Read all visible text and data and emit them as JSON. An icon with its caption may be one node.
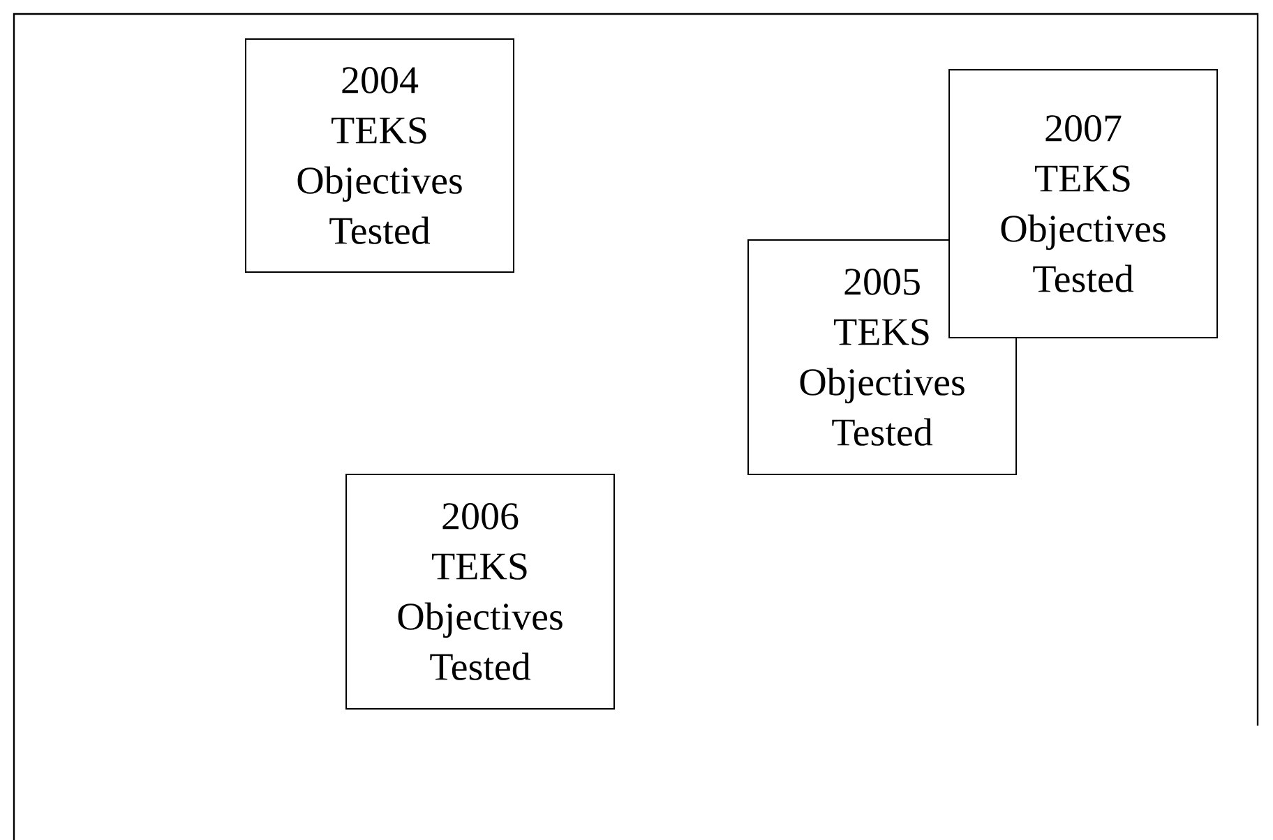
{
  "diagram": {
    "nodes": [
      {
        "text": [
          "2004 TEKS Objectives Tested"
        ]
      },
      {
        "text": [
          "2007 TEKS Objectives Tested"
        ]
      },
      {
        "text": [
          "2005 TEKS Objectives Tested"
        ]
      },
      {
        "text": [
          "2006 TEKS Objectives Tested"
        ]
      }
    ]
  }
}
